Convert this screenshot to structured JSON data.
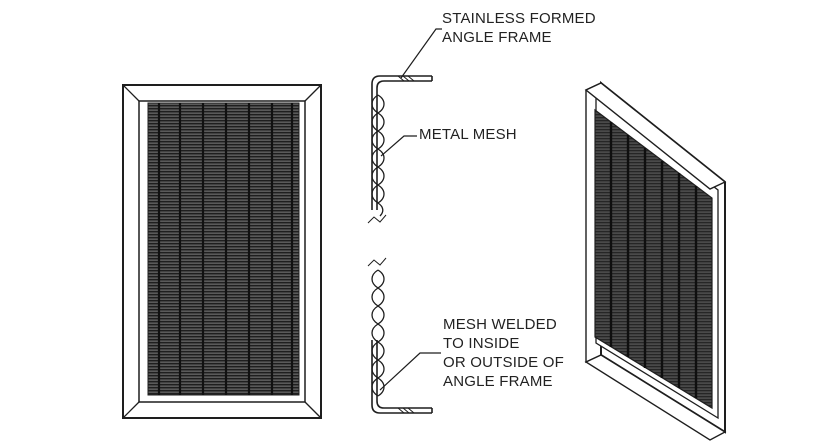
{
  "labels": {
    "frame": [
      "STAINLESS FORMED",
      "ANGLE FRAME"
    ],
    "mesh": [
      "METAL MESH"
    ],
    "welded": [
      "MESH WELDED",
      "TO INSIDE",
      "OR OUTSIDE OF",
      "ANGLE FRAME"
    ]
  },
  "colors": {
    "line": "#1e1e1e",
    "mesh_dark": "#3a3a3a",
    "frame_fill": "#ffffff",
    "background": "#ffffff"
  },
  "views": [
    "front-view",
    "section-detail",
    "isometric-view"
  ]
}
